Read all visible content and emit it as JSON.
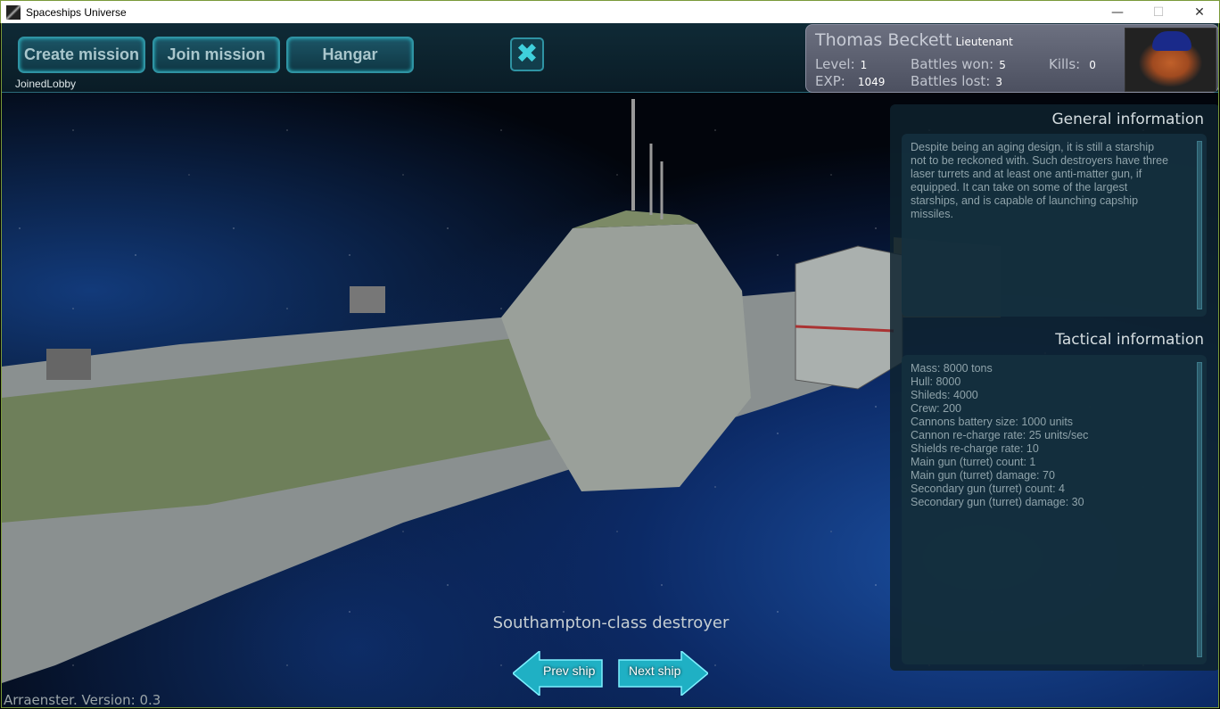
{
  "window": {
    "title": "Spaceships Universe",
    "minimize": "—",
    "maximize": "☐",
    "close": "✕"
  },
  "toolbar": {
    "create_mission": "Create mission",
    "join_mission": "Join mission",
    "hangar": "Hangar",
    "close_icon": "✖",
    "status": "JoinedLobby"
  },
  "profile": {
    "name": "Thomas Beckett",
    "rank": "Lieutenant",
    "level_label": "Level:",
    "level": "1",
    "exp_label": "EXP:",
    "exp": "1049",
    "won_label": "Battles won:",
    "won": "5",
    "lost_label": "Battles lost:",
    "lost": "3",
    "kills_label": "Kills:",
    "kills": "0"
  },
  "general": {
    "heading": "General information",
    "text": "Despite being an aging design, it is still a starship not to be reckoned with. Such destroyers have three laser turrets and at least one anti-matter gun, if equipped. It can take on some of the largest starships, and is capable of launching capship missiles."
  },
  "tactical": {
    "heading": "Tactical information",
    "lines": [
      "Mass: 8000 tons",
      "Hull: 8000",
      "Shileds: 4000",
      "Crew: 200",
      "Cannons battery size: 1000 units",
      "Cannon re-charge rate: 25 units/sec",
      "Shields re-charge rate: 10",
      "Main gun (turret) count: 1",
      "Main gun (turret) damage: 70",
      "Secondary gun (turret) count: 4",
      "Secondary gun (turret) damage: 30"
    ]
  },
  "ship": {
    "name": "Southampton-class destroyer",
    "prev": "Prev ship",
    "next": "Next ship"
  },
  "footer": {
    "version": "Arraenster. Version: 0.3"
  }
}
